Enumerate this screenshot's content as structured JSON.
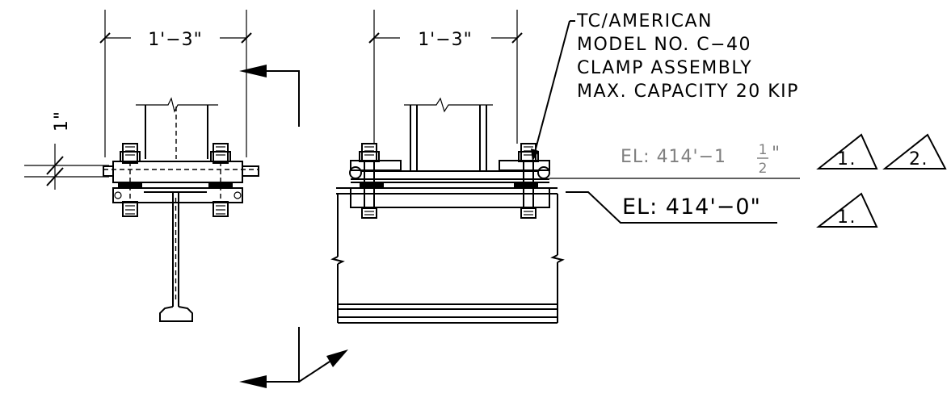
{
  "dimensions": {
    "left_width": "1'−3\"",
    "right_width": "1'−3\"",
    "plate_gap": "1\""
  },
  "note": {
    "lines": [
      "TC/AMERICAN",
      "MODEL NO. C−40",
      "CLAMP ASSEMBLY",
      "MAX. CAPACITY 20 KIP"
    ]
  },
  "elevations": {
    "upper": {
      "prefix": "EL:  414'−1",
      "frac_num": "1",
      "frac_den": "2",
      "suffix": "\""
    },
    "lower": {
      "text": "EL:  414'−0\""
    }
  },
  "revisions": [
    "1.",
    "2.",
    "1."
  ],
  "colors": {
    "line": "#000000",
    "upper_elevation": "#808080"
  }
}
